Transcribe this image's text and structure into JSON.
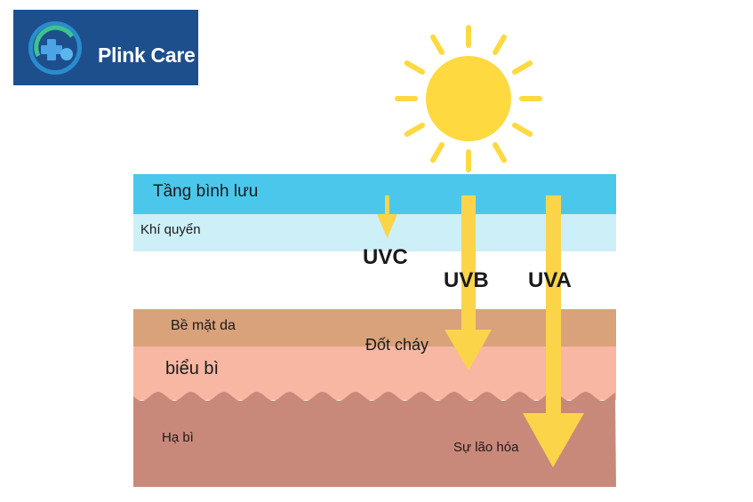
{
  "logo": {
    "brand_name": "Plink Care"
  },
  "layers": {
    "stratosphere": "Tầng bình lưu",
    "atmosphere": "Khí quyển",
    "skin_surface": "Bề mặt da",
    "epidermis": "biểu bì",
    "dermis": "Hạ bì"
  },
  "rays": {
    "uvc": "UVC",
    "uvb": "UVB",
    "uva": "UVA"
  },
  "effects": {
    "burn": "Đốt cháy",
    "aging": "Sự lão hóa"
  },
  "colors": {
    "sun": "#ffd940",
    "ray_arrow": "#fbd44a",
    "stratosphere": "#4cc7ec",
    "atmosphere": "#cdeff8",
    "skin_surface": "#d9a27a",
    "epidermis": "#f7b7a3",
    "dermis": "#c9897a",
    "logo_bg": "#1d4f8d"
  }
}
